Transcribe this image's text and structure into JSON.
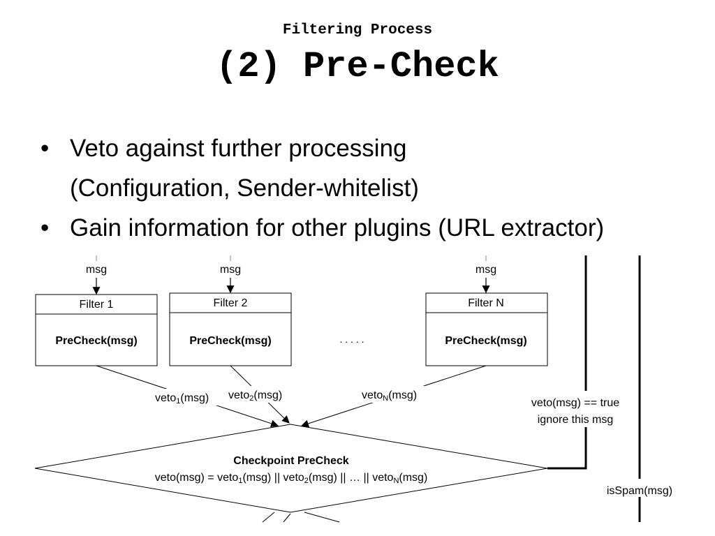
{
  "header": {
    "subtitle": "Filtering Process",
    "title": "(2) Pre-Check"
  },
  "bullets": [
    {
      "symbol": "•",
      "line1": "Veto against further processing",
      "line2": "(Configuration, Sender-whitelist)"
    },
    {
      "symbol": "•",
      "line1": "Gain information for other plugins (URL extractor)"
    }
  ],
  "diagram": {
    "filters": [
      {
        "input": "msg",
        "name": "Filter 1",
        "method": "PreCheck(msg)",
        "veto_base": "veto",
        "veto_sub": "1",
        "veto_tail": "(msg)"
      },
      {
        "input": "msg",
        "name": "Filter 2",
        "method": "PreCheck(msg)",
        "veto_base": "veto",
        "veto_sub": "2",
        "veto_tail": "(msg)"
      },
      {
        "input": "msg",
        "name": "Filter N",
        "method": "PreCheck(msg)",
        "veto_base": "veto",
        "veto_sub": "N",
        "veto_tail": "(msg)"
      }
    ],
    "ellipsis": ". . . . .",
    "checkpoint": {
      "title": "Checkpoint PreCheck",
      "formula_parts": [
        "veto(msg) = veto",
        "1",
        "(msg) || veto",
        "2",
        "(msg) || … || veto",
        "N",
        "(msg)"
      ]
    },
    "veto_note": {
      "line1": "veto(msg) == true",
      "line2": "ignore this msg"
    },
    "spam_label": "isSpam(msg)"
  }
}
